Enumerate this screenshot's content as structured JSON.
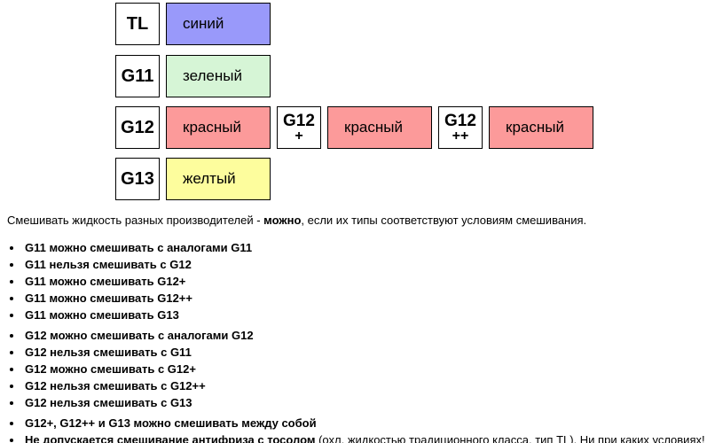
{
  "diagram": {
    "rows": [
      {
        "cells": [
          {
            "kind": "type",
            "text": "TL"
          },
          {
            "kind": "color",
            "text": "синий",
            "bg": "#9999fa"
          }
        ]
      },
      {
        "cells": [
          {
            "kind": "type",
            "text": "G11"
          },
          {
            "kind": "color",
            "text": "зеленый",
            "bg": "#d6f5d6"
          }
        ]
      },
      {
        "cells": [
          {
            "kind": "type",
            "text": "G12"
          },
          {
            "kind": "color",
            "text": "красный",
            "bg": "#fc9a9a"
          },
          {
            "kind": "type",
            "text": "G12",
            "sub": "+"
          },
          {
            "kind": "color",
            "text": "красный",
            "bg": "#fc9a9a"
          },
          {
            "kind": "type",
            "text": "G12",
            "sub": "++"
          },
          {
            "kind": "color",
            "text": "красный",
            "bg": "#fc9a9a"
          }
        ]
      },
      {
        "cells": [
          {
            "kind": "type",
            "text": "G13"
          },
          {
            "kind": "color",
            "text": "желтый",
            "bg": "#fdfd9d"
          }
        ]
      }
    ]
  },
  "intro": {
    "before": "Смешивать жидкость разных производителей - ",
    "bold": "можно",
    "after": ", если их типы соответствуют условиям смешивания."
  },
  "lists": {
    "g11": {
      "items": [
        "G11 можно смешивать с аналогами G11",
        "G11 нельзя смешивать с G12",
        "G11 можно смешивать G12+",
        "G11 можно смешивать G12++",
        "G11 можно смешивать G13"
      ]
    },
    "g12": {
      "items": [
        "G12 можно смешивать с аналогами G12",
        "G12 нельзя смешивать с G11",
        "G12 можно смешивать с G12+",
        "G12 нельзя смешивать с G12++",
        "G12 нельзя смешивать с G13"
      ]
    },
    "final": {
      "items": [
        {
          "bold": "G12+, G12++ и G13 можно смешивать между собой",
          "normal": ""
        },
        {
          "bold": "Не допускается смешивание антифриза с тосолом",
          "normal": " (охл. жидкостью традиционного класса, тип TL). Ни при каких условиях!"
        }
      ]
    }
  }
}
